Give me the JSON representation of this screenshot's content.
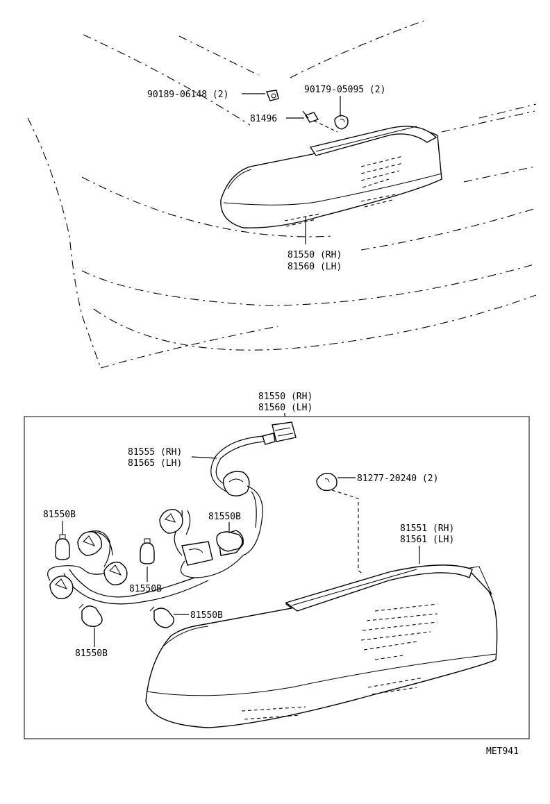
{
  "labels": {
    "top_bolt": "90189-06148 (2)",
    "top_nut": "90179-05095 (2)",
    "top_screw": "81496",
    "top_lamp_rh": "81550 (RH)",
    "top_lamp_lh": "81560 (LH)",
    "box_lamp_rh": "81550 (RH)",
    "box_lamp_lh": "81560 (LH)",
    "socket_rh": "81555 (RH)",
    "socket_lh": "81565 (LH)",
    "grommet": "81277-20240 (2)",
    "lens_rh": "81551 (RH)",
    "lens_lh": "81561 (LH)",
    "bulb_left_top": "81550B",
    "bulb_center": "81550B",
    "bulb_mid": "81550B",
    "bulb_lower_right": "81550B",
    "bulb_bottom": "81550B",
    "code": "MET941"
  }
}
